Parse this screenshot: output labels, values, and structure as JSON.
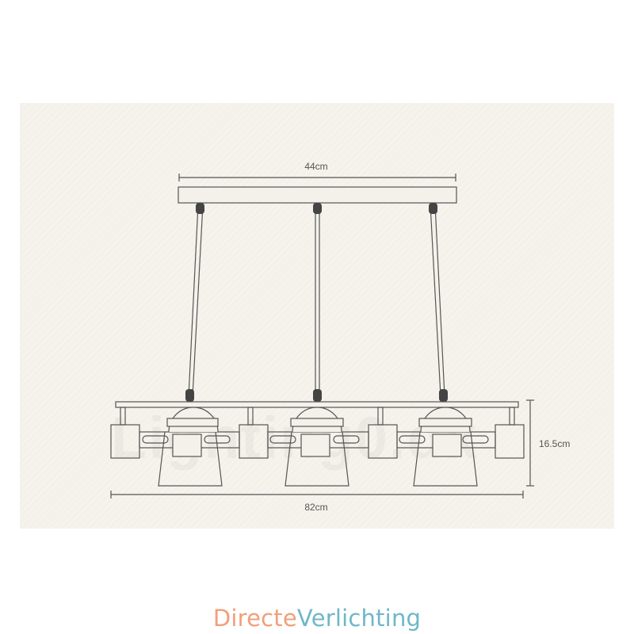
{
  "dimensions": {
    "canopy_width": "44cm",
    "total_width": "82cm",
    "height": "16.5cm"
  },
  "watermark": "Lighting0.dk",
  "brand": {
    "part1": "Directe",
    "part2": "Verlichting",
    "color1": "#f0a07a",
    "color2": "#6fb7c7"
  },
  "colors": {
    "panel_background": "#f4f1ea",
    "line": "#555555"
  }
}
